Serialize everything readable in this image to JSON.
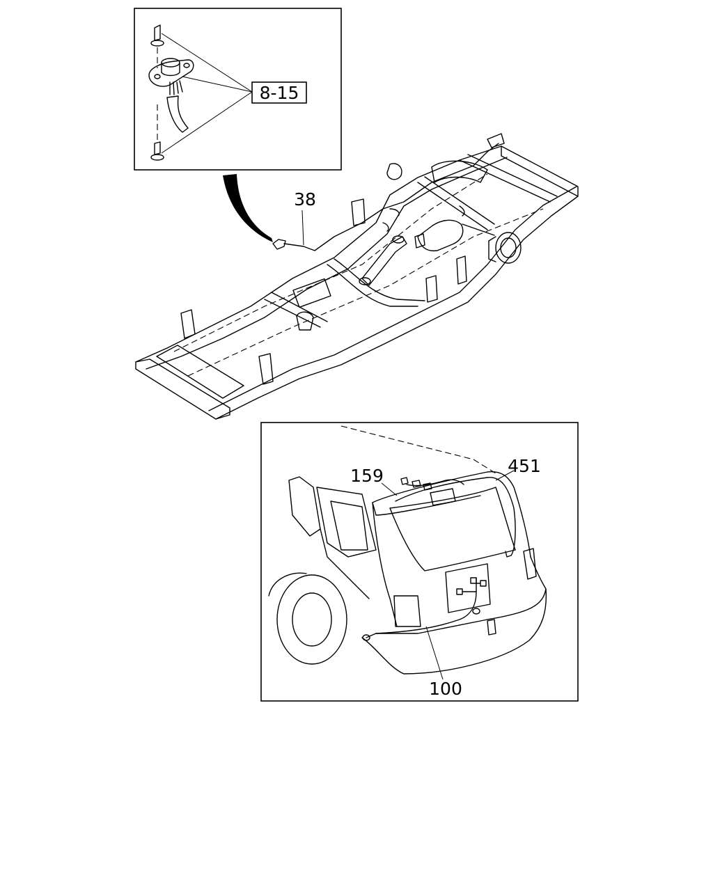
{
  "callouts": {
    "inset_ref": "8-15",
    "frame_harness": "38",
    "rear_connector": "159",
    "tailgate_harness": "451",
    "rear_harness": "100"
  }
}
